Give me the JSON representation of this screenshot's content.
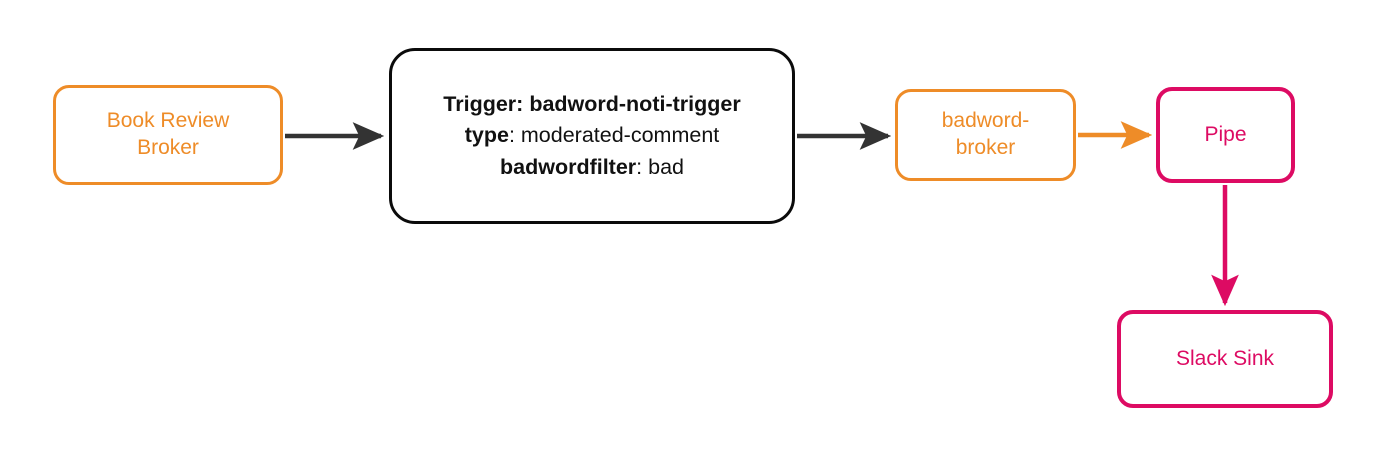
{
  "diagram": {
    "type": "flow-diagram",
    "background_color": "#ffffff",
    "colors": {
      "broker_orange": "#ee8c28",
      "sink_magenta": "#dd0b63",
      "trigger_black": "#0b0b0b",
      "edge_dark": "#333333"
    },
    "nodes": [
      {
        "id": "book-review-broker",
        "label": "Book Review\nBroker",
        "shape": "rounded-rect",
        "style": "broker",
        "color": "#ee8c28"
      },
      {
        "id": "trigger",
        "shape": "rounded-rect",
        "style": "trigger",
        "color": "#0b0b0b",
        "lines": [
          {
            "key": "Trigger:",
            "value": "badword-noti-trigger",
            "all_bold": true
          },
          {
            "key": "type",
            "separator": ": ",
            "value": "moderated-comment",
            "all_bold": false
          },
          {
            "key": "badwordfilter",
            "separator": ": ",
            "value": "bad",
            "all_bold": false
          }
        ]
      },
      {
        "id": "badword-broker",
        "label": "badword-\nbroker",
        "shape": "rounded-rect",
        "style": "broker",
        "color": "#ee8c28"
      },
      {
        "id": "pipe",
        "label": "Pipe",
        "shape": "rounded-rect",
        "style": "sink",
        "color": "#dd0b63"
      },
      {
        "id": "slack-sink",
        "label": "Slack Sink",
        "shape": "rounded-rect",
        "style": "sink",
        "color": "#dd0b63"
      }
    ],
    "edges": [
      {
        "id": "edge-book-review-broker-to-trigger",
        "from": "book-review-broker",
        "to": "trigger",
        "color": "#333333",
        "direction": "right"
      },
      {
        "id": "edge-trigger-to-badword-broker",
        "from": "trigger",
        "to": "badword-broker",
        "color": "#333333",
        "direction": "right"
      },
      {
        "id": "edge-badword-broker-to-pipe",
        "from": "badword-broker",
        "to": "pipe",
        "color": "#ee8c28",
        "direction": "right"
      },
      {
        "id": "edge-pipe-to-slack-sink",
        "from": "pipe",
        "to": "slack-sink",
        "color": "#dd0b63",
        "direction": "down"
      }
    ]
  }
}
